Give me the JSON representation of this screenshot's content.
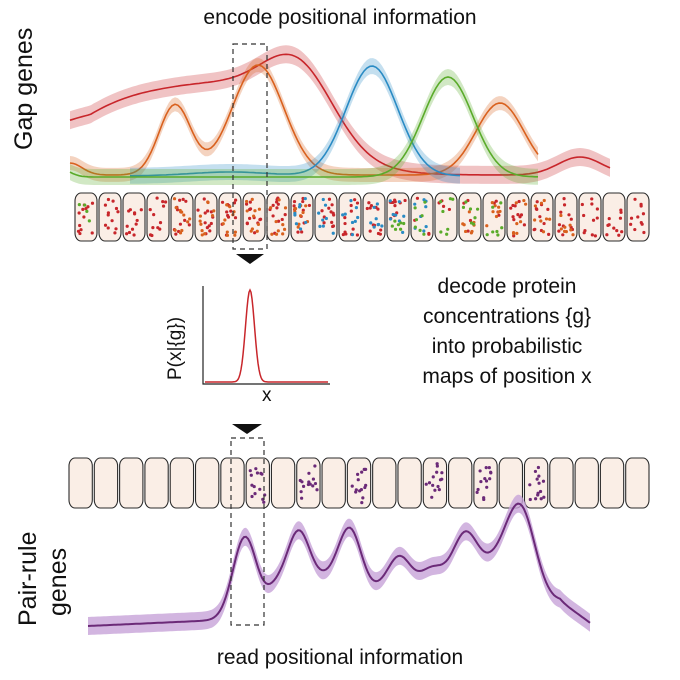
{
  "titles": {
    "top": "encode positional information",
    "bottom": "read positional information"
  },
  "labels": {
    "gap_genes": "Gap genes",
    "pair_rule_line1": "Pair-rule",
    "pair_rule_line2": "genes"
  },
  "decode_text": {
    "line1": "decode protein",
    "line2": "concentrations {g}",
    "line3": "into probabilistic",
    "line4": "maps of position x"
  },
  "inset": {
    "ylabel": "P(x|{g})",
    "xlabel": "x"
  },
  "colors": {
    "red": "#c8262b",
    "orange": "#d9611e",
    "blue": "#2a8bc4",
    "green": "#5aab2a",
    "purple": "#6b2a78",
    "purple_band": "#c7a2d8",
    "cell_fill": "#faeee6",
    "cell_stroke": "#2b2b2b"
  },
  "icons": [
    "down-arrow-marker-icon",
    "down-arrow-marker-icon"
  ]
}
